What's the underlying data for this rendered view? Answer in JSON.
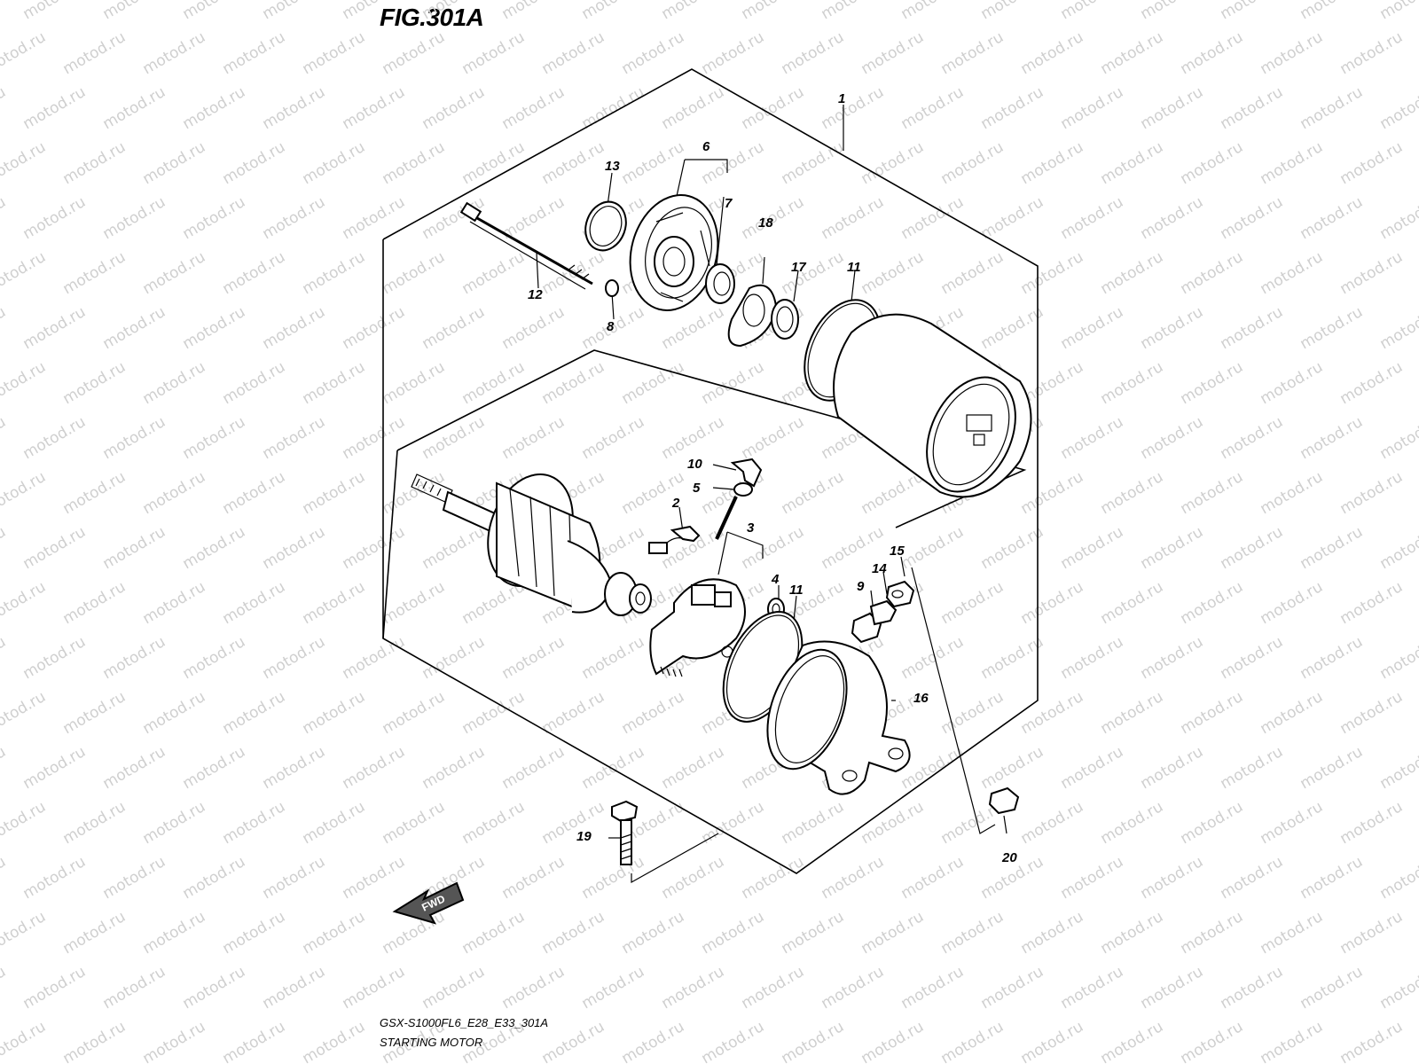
{
  "figure": {
    "title": "FIG.301A",
    "model_code": "GSX-S1000FL6_E28_E33_301A",
    "name": "STARTING MOTOR"
  },
  "watermark": "motod.ru",
  "direction_label": "FWD",
  "callouts": [
    {
      "id": "c1",
      "label": "1"
    },
    {
      "id": "c2",
      "label": "2"
    },
    {
      "id": "c3",
      "label": "3"
    },
    {
      "id": "c4",
      "label": "4"
    },
    {
      "id": "c5",
      "label": "5"
    },
    {
      "id": "c6",
      "label": "6"
    },
    {
      "id": "c7",
      "label": "7"
    },
    {
      "id": "c8",
      "label": "8"
    },
    {
      "id": "c9",
      "label": "9"
    },
    {
      "id": "c10",
      "label": "10"
    },
    {
      "id": "c11a",
      "label": "11"
    },
    {
      "id": "c11b",
      "label": "11"
    },
    {
      "id": "c12",
      "label": "12"
    },
    {
      "id": "c13",
      "label": "13"
    },
    {
      "id": "c14",
      "label": "14"
    },
    {
      "id": "c15",
      "label": "15"
    },
    {
      "id": "c16",
      "label": "16"
    },
    {
      "id": "c17",
      "label": "17"
    },
    {
      "id": "c18",
      "label": "18"
    },
    {
      "id": "c19",
      "label": "19"
    },
    {
      "id": "c20",
      "label": "20"
    }
  ]
}
